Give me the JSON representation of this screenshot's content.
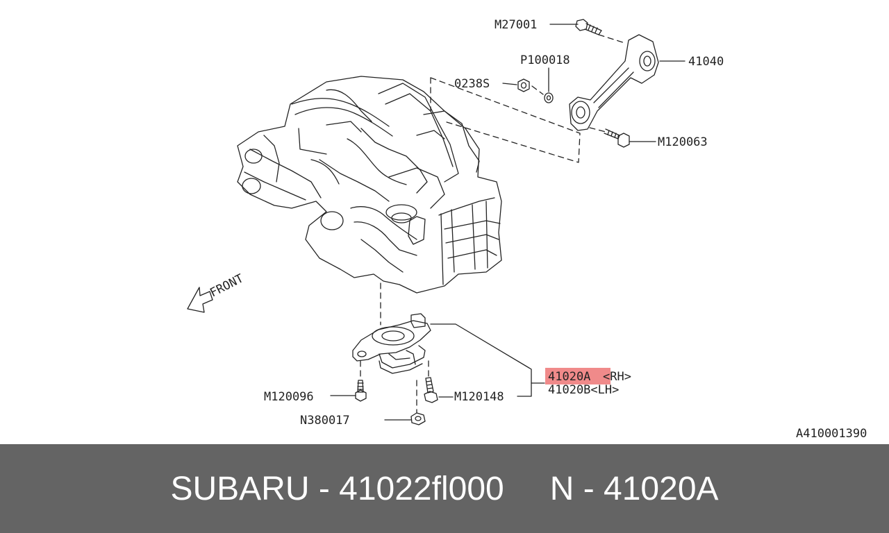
{
  "labels": {
    "m27001": "M27001",
    "p100018": "P100018",
    "n0238s": "0238S",
    "n41040": "41040",
    "m120063": "M120063",
    "front": "FRONT",
    "rh_part": "41020A",
    "rh_side": "<RH>",
    "lh_line": "41020B<LH>",
    "m120096": "M120096",
    "m120148": "M120148",
    "n380017": "N380017",
    "ref": "A410001390"
  },
  "footer": {
    "left": "SUBARU - 41022fl000",
    "right": "N - 41020A"
  },
  "colors": {
    "highlight": "#f08a8a",
    "footer_bg": "#646464",
    "line": "#222222"
  }
}
